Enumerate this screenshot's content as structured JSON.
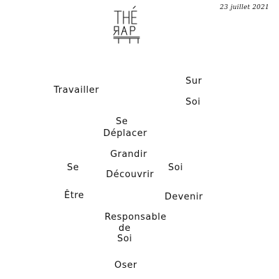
{
  "date": "23 juillet 2021",
  "logo": {
    "text": "THÉRAP"
  },
  "words": {
    "travailler": "Travailler",
    "sur": "Sur",
    "soi_top": "Soi",
    "se_top": "Se",
    "deplacer": "Déplacer",
    "grandir": "Grandir",
    "se_left": "Se",
    "decouvrir": "Découvrir",
    "soi_right": "Soi",
    "etre": "Être",
    "devenir": "Devenir",
    "responsable": "Responsable",
    "de": "de",
    "soi_bottom": "Soi",
    "oser": "Oser"
  }
}
